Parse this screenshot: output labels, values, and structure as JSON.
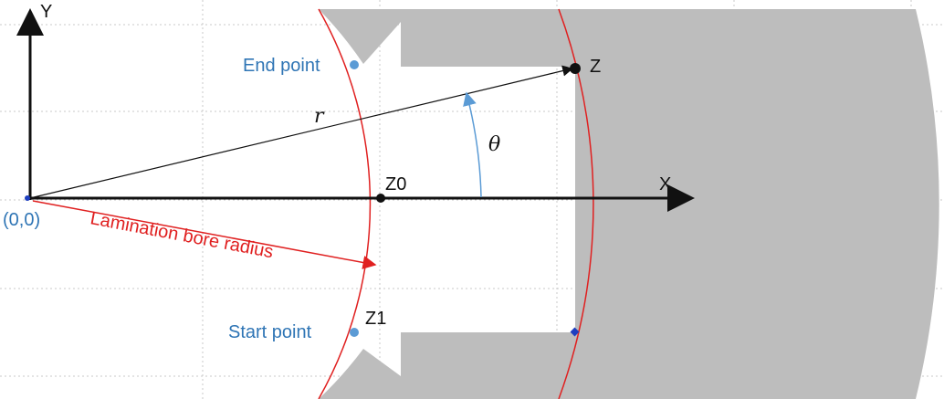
{
  "labels": {
    "y_axis": "Y",
    "x_axis": "X",
    "origin": "(0,0)",
    "end_point": "End point",
    "start_point": "Start point",
    "z": "Z",
    "z0": "Z0",
    "z1": "Z1",
    "radius": "r",
    "angle": "θ",
    "bore_radius": "Lamination bore radius"
  },
  "colors": {
    "lamination": "#bdbdbd",
    "bore_arc": "#e02020",
    "angle_arrow": "#5b9bd5",
    "point_blue": "#5b9bd5",
    "origin_marker": "#1f3fbf",
    "grid": "#c8c8c8"
  }
}
